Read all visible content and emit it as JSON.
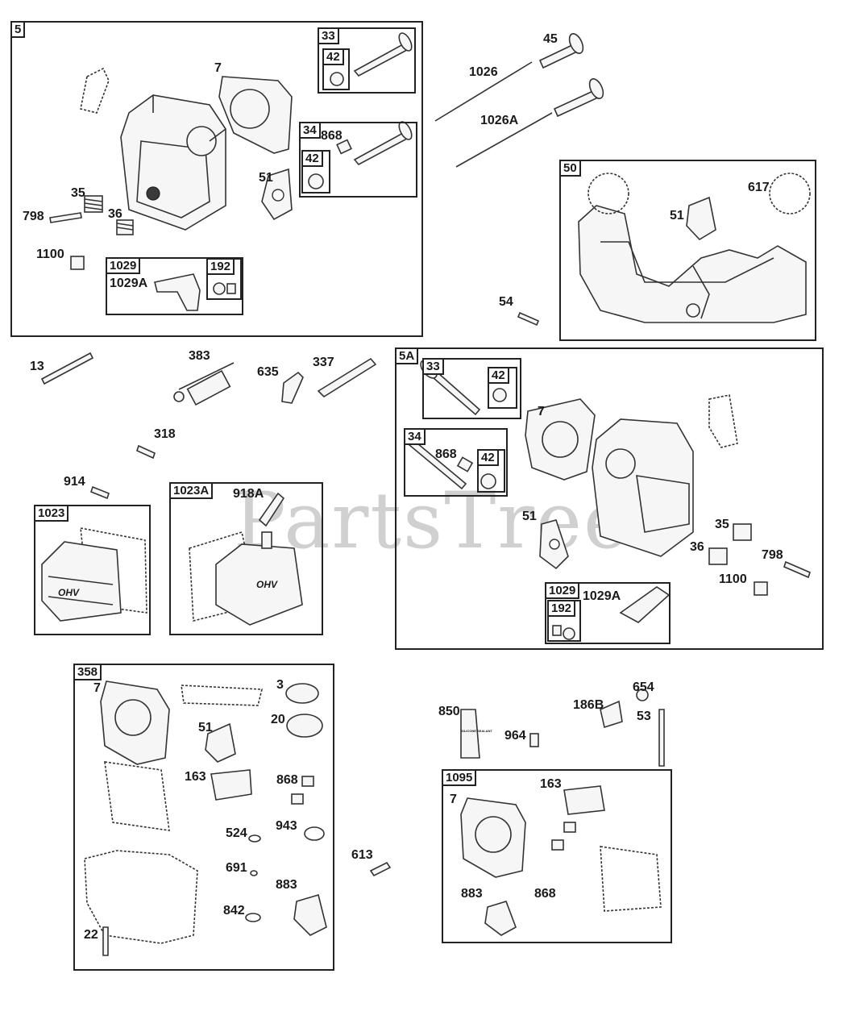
{
  "watermark": "PartsTree",
  "groups": {
    "g5": "5",
    "g33a": "33",
    "g42a": "42",
    "g34a": "34",
    "g42b": "42",
    "g1029a": "1029",
    "g192a": "192",
    "g50": "50",
    "g5a": "5A",
    "g33b": "33",
    "g42c": "42",
    "g34b": "34",
    "g42d": "42",
    "g1029b": "1029",
    "g192b": "192",
    "g1023": "1023",
    "g1023a": "1023A",
    "g358": "358",
    "g1095": "1095"
  },
  "labels": {
    "l7a": "7",
    "l868a": "868",
    "l51a": "51",
    "l35a": "35",
    "l798a": "798",
    "l36a": "36",
    "l1100a": "1100",
    "l1029Aa": "1029A",
    "l45": "45",
    "l1026": "1026",
    "l1026A": "1026A",
    "l617": "617",
    "l51b": "51",
    "l54": "54",
    "l13": "13",
    "l383": "383",
    "l635": "635",
    "l337": "337",
    "l318": "318",
    "l914": "914",
    "l918A": "918A",
    "l7b": "7",
    "l868b": "868",
    "l51c": "51",
    "l35b": "35",
    "l36b": "36",
    "l798b": "798",
    "l1100b": "1100",
    "l1029Ab": "1029A",
    "l7c": "7",
    "l3": "3",
    "l20": "20",
    "l51d": "51",
    "l163a": "163",
    "l868c": "868",
    "l524": "524",
    "l943": "943",
    "l691": "691",
    "l883a": "883",
    "l842": "842",
    "l22": "22",
    "l613": "613",
    "l850": "850",
    "l964": "964",
    "l186B": "186B",
    "l654": "654",
    "l53": "53",
    "l7d": "7",
    "l163b": "163",
    "l883b": "883",
    "l868d": "868"
  },
  "cover_text": "OHV",
  "tube_text": "SILICONE SEALANT",
  "colors": {
    "line": "#222222",
    "watermark": "#c8c8c8",
    "part_fill": "#f6f6f6"
  }
}
